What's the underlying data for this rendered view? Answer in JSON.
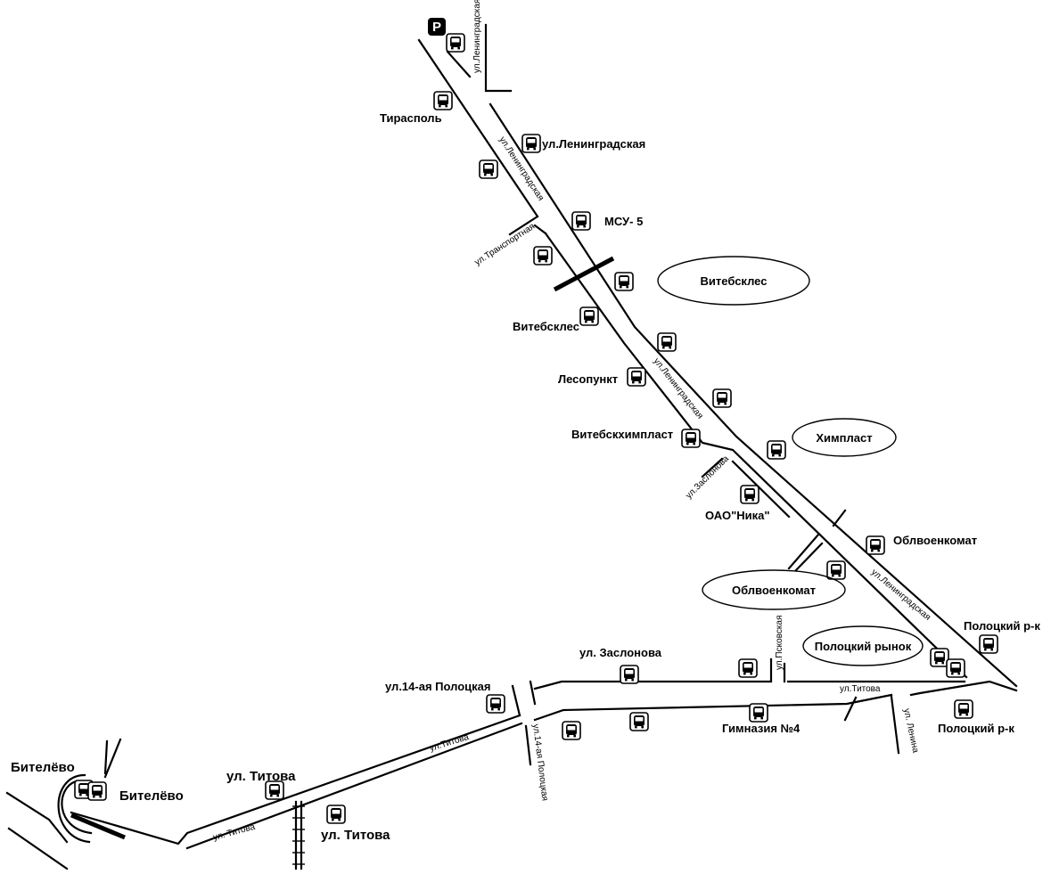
{
  "parking": {
    "symbol": "P"
  },
  "places": {
    "tiraspol": "Тирасполь",
    "stop_leningradskaya": "ул.Ленинградская",
    "msu5": "МСУ- 5",
    "vitebskles_stop": "Витебсклес",
    "lesopunkt": "Лесопункт",
    "vitebskhimplast": "Витебскхимпласт",
    "oao_nika": "ОАО\"Ника\"",
    "oblvoenkomat_stop": "Облвоенкомат",
    "polotsky_rk_top": "Полоцкий р-к",
    "polotsky_rk_bottom": "Полоцкий р-к",
    "stop_zaslonova": "ул. Заслонова",
    "stop_14_polotskaya": "ул.14-ая Полоцкая",
    "gymnasium4": "Гимназия №4",
    "stop_titova_top": "ул. Титова",
    "stop_titova_bottom": "ул. Титова",
    "bitelevo_left": "Бителёво",
    "bitelevo_right": "Бителёво"
  },
  "landmarks": {
    "vitebskles": "Витебсклес",
    "himplast": "Химпласт",
    "oblvoenkomat": "Облвоенкомат",
    "polotsky_rynok": "Полоцкий  рынок"
  },
  "streets": {
    "leningradskaya_top": "ул.Ленинградская",
    "leningradskaya_1": "ул.Ленинградская",
    "leningradskaya_2": "ул.Ленинградская",
    "leningradskaya_3": "ул.Ленинградская",
    "transportnaya": "ул.Транспортная",
    "zaslonova": "ул.Заслонова",
    "pskovskaya": "ул.Псковская",
    "titova_1": "ул.Титова",
    "titova_2": "ул.Титова",
    "titova_3": "ул. Титова",
    "polotskaya_14": "ул.14-ая Полоцкая",
    "lenina": "ул. Ленина"
  }
}
